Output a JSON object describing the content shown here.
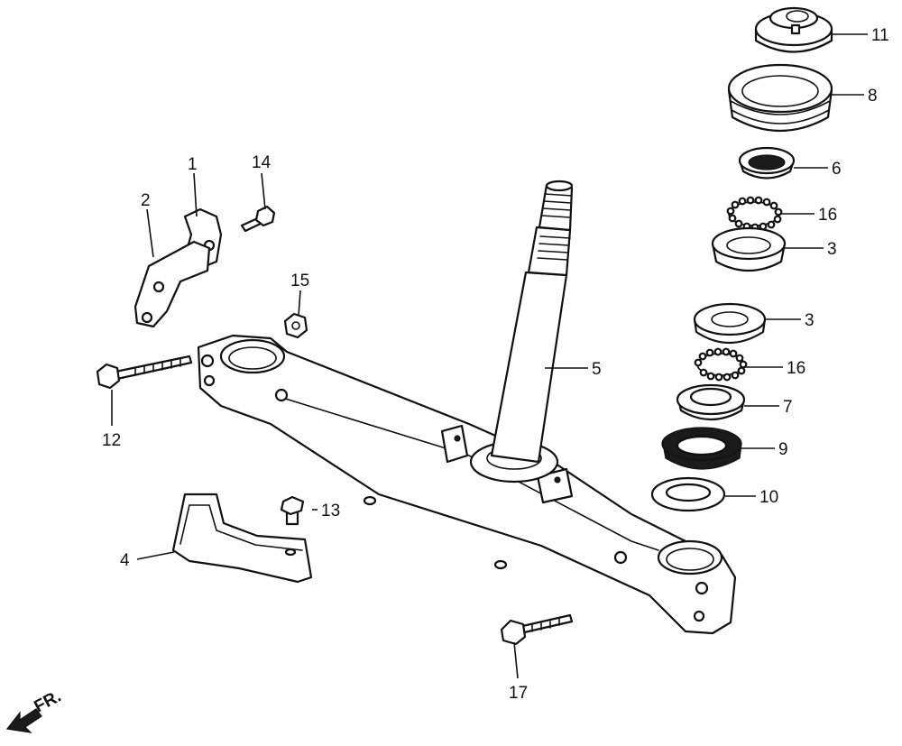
{
  "diagram": {
    "front_marker": "FR.",
    "callouts": {
      "c1": "1",
      "c2": "2",
      "c3a": "3",
      "c3b": "3",
      "c4": "4",
      "c5": "5",
      "c6": "6",
      "c7": "7",
      "c8": "8",
      "c9": "9",
      "c10": "10",
      "c11": "11",
      "c12": "12",
      "c13": "13",
      "c14": "14",
      "c15": "15",
      "c16a": "16",
      "c16b": "16",
      "c17": "17"
    }
  }
}
